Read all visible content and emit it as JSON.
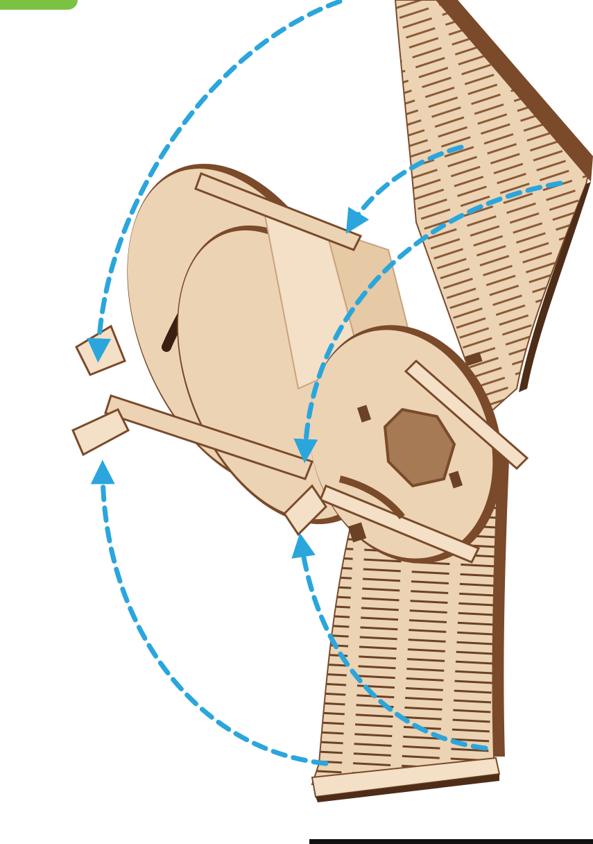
{
  "diagram": {
    "kind": "assembly-instruction",
    "subject": "wooden-model-flexible-panel-wrap",
    "colors": {
      "wood_face": "#ecd3b4",
      "wood_light": "#f3e0c6",
      "wood_edge": "#7a4a2a",
      "wood_edge_dark": "#4e2d18",
      "slot": "#6b4226",
      "arrow": "#2aa6dc",
      "corner_tab": "#7cc242"
    },
    "arrows": [
      {
        "name": "arrow-top-panel-to-left-ring",
        "style": "dashed"
      },
      {
        "name": "arrow-top-panel-to-front-ring",
        "style": "dashed"
      },
      {
        "name": "arrow-bottom-panel-to-left-ring",
        "style": "dashed"
      },
      {
        "name": "arrow-bottom-panel-to-front-ring",
        "style": "dashed"
      }
    ]
  }
}
